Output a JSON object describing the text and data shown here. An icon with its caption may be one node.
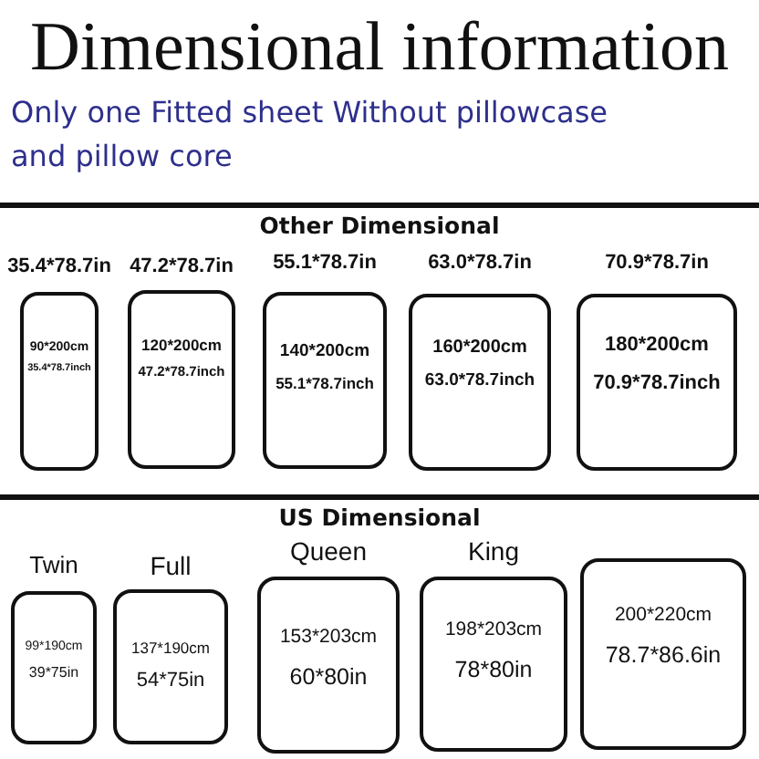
{
  "diagram": {
    "title": "Dimensional information",
    "nodes": [
      {
        "text": [
          "35.4*78.7in",
          "90*200cm",
          "35.4*78.7inch"
        ]
      },
      {
        "text": [
          "47.2*78.7in",
          "120*200cm",
          "47.2*78.7inch"
        ]
      },
      {
        "text": [
          "55.1*78.7in",
          "140*200cm",
          "55.1*78.7inch"
        ]
      },
      {
        "text": [
          "63.0*78.7in",
          "160*200cm",
          "63.0*78.7inch"
        ]
      },
      {
        "text": [
          "70.9*78.7in",
          "180*200cm",
          "70.9*78.7inch"
        ]
      },
      {
        "text": [
          "Twin",
          "99*190cm",
          "39*75in"
        ]
      },
      {
        "text": [
          "Full",
          "137*190cm",
          "54*75in"
        ]
      },
      {
        "text": [
          "Queen",
          "153*203cm",
          "60*80in"
        ]
      },
      {
        "text": [
          "King",
          "198*203cm",
          "78*80in"
        ]
      },
      {
        "text": [
          "200*220cm",
          "78.7*86.6in"
        ]
      }
    ],
    "edges": [],
    "labels": [
      "Only one Fitted sheet Without pillowcase and pillow core",
      "Other Dimensional",
      "US Dimensional"
    ]
  }
}
